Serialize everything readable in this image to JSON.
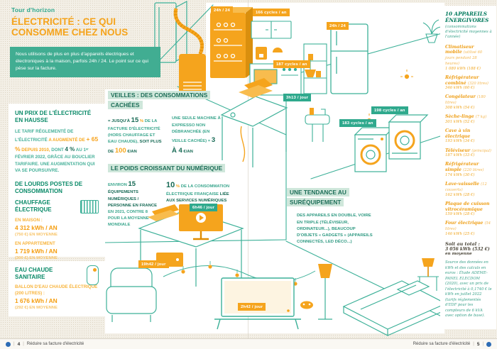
{
  "kicker": "Tour d'horizon",
  "title": "ÉLECTRICITÉ : CE QUI CONSOMME CHEZ NOUS",
  "intro": "Nous utilisons de plus en plus d'appareils électriques et électroniques à la maison, parfois 24h / 24. Le point sur ce qui pèse sur la facture.",
  "accent_colors": {
    "orange": "#f5a41d",
    "teal": "#3cb098",
    "highlight_green": "#cfe7db",
    "intro_green": "#41ad92"
  },
  "price": {
    "heading": "UN PRIX DE L'ÉLECTRICITÉ EN HAUSSE",
    "t1": "LE TARIF RÉGLEMENTÉ DE L'ÉLECTRICITÉ ",
    "t2": "A AUGMENTÉ DE ",
    "t3": "+ 65 %",
    "t4": " DEPUIS 2010,",
    "t5": " DONT ",
    "t6": "4 %",
    "t7": " AU 1ᵉʳ FÉVRIER 2022, GRÂCE AU BOUCLIER TARIFAIRE. UNE AUGMENTATION QUI VA SE POURSUIVRE."
  },
  "posts_heading": "DE LOURDS POSTES DE CONSOMMATION",
  "heating": {
    "heading": "CHAUFFAGE ÉLECTRIQUE",
    "house_label": "EN MAISON :",
    "house_value": "4 312 kWh / AN",
    "house_note": "(750 €) EN MOYENNE",
    "apartment_label": "EN APPARTEMENT",
    "apartment_value": "1 719 kWh / AN",
    "apartment_note": "(300 €) EN MOYENNE"
  },
  "hot_water": {
    "heading": "EAU CHAUDE SANITAIRE",
    "label": "BALLON D'EAU CHAUDE ÉLECTRIQUE (200 LITRES) :",
    "value": "1 676 kWh / AN",
    "note": "(292 €) EN MOYENNE"
  },
  "standby": {
    "heading": "VEILLES : DES CONSOMMATIONS CACHÉES",
    "c1a": "= JUSQU'À ",
    "c1b": "15",
    "c1c": " % ",
    "c1d": "DE LA FACTURE D'ÉLECTRICITÉ (HORS CHAUFFAGE ET EAU CHAUDE), ",
    "c1e": "SOIT PLUS DE ",
    "c1f": "100",
    "c1g": " €/AN",
    "c2a": "UNE SEULE MACHINE À EXPRESSO NON DÉBRANCHÉE (EN VEILLE CACHÉE) = ",
    "c2b": "3 À 4",
    "c2c": " €/AN"
  },
  "digital": {
    "heading": "LE POIDS CROISSANT DU NUMÉRIQUE",
    "c1a": "ENVIRON ",
    "c1b": "15",
    "c1c": " ÉQUIPEMENTS NUMÉRIQUES / PERSONNE EN FRANCE",
    "c1d": " EN 2021, CONTRE 8 POUR LA MOYENNE MONDIALE",
    "c2a": "10",
    "c2b": " % ",
    "c2c": "DE LA CONSOMMATION ÉLECTRIQUE FRANÇAISE ",
    "c2d": "LIÉE AUX SERVICES NUMÉRIQUES"
  },
  "overequipment": {
    "heading": "UNE TENDANCE AU SURÉQUIPEMENT",
    "body": "DES APPAREILS EN DOUBLE, VOIRE EN TRIPLE (TÉLÉVISEUR, ORDINATEUR...), BEAUCOUP D'OBJETS « GADGETS » (APPAREILS CONNECTÉS, LED DÉCO...)"
  },
  "badges": [
    {
      "label": "24h / 24"
    },
    {
      "label": "166 cycles / an"
    },
    {
      "label": "24h / 24"
    },
    {
      "label": "187 cycles / an"
    },
    {
      "label": "3h13 / jour"
    },
    {
      "label": "198 cycles / an"
    },
    {
      "label": "183 cycles / an"
    },
    {
      "label": "6h46 / jour"
    },
    {
      "label": "19h42 / jour"
    },
    {
      "label": "2h42 / jour"
    }
  ],
  "sidebar": {
    "title": "10 APPAREILS ÉNERGIVORES",
    "subtitle": "(consommations d'électricité moyennes à l'année)",
    "items": [
      {
        "name": "Climatiseur mobile",
        "detail": "(utilisé 60 jours pendant 28 heures)",
        "value": "1 080 kWh (188 €)"
      },
      {
        "name": "Réfrigérateur combiné",
        "detail": "(320 litres)",
        "value": "346 kWh (60 €)"
      },
      {
        "name": "Congélateur",
        "detail": "(180 litres)",
        "value": "308 kWh (54 €)"
      },
      {
        "name": "Sèche-linge",
        "detail": "(7 kg)",
        "value": "301 kWh (52 €)"
      },
      {
        "name": "Cave à vin électrique",
        "detail": "",
        "value": "193 kWh (34 €)"
      },
      {
        "name": "Téléviseur",
        "detail": "(principal)",
        "value": "187 kWh (33 €)"
      },
      {
        "name": "Réfrigérateur simple",
        "detail": "(220 litres)",
        "value": "174 kWh (30 €)"
      },
      {
        "name": "Lave-vaisselle",
        "detail": "(12 couverts)",
        "value": "162 kWh (28 €)"
      },
      {
        "name": "Plaque de cuisson vitrocéramique",
        "detail": "",
        "value": "159 kWh (28 €)"
      },
      {
        "name": "Four électrique",
        "detail": "(54 litres)",
        "value": "146 kWh (25 €)"
      }
    ],
    "total_label": "Soit au total :",
    "total_value": "3 056 kWh (532 €)",
    "total_suffix": "en moyenne",
    "source": "Source des données en kWh et des calculs en euros : Étude ADEME-PANEL ELECDOM (2020), avec un prix de l'électricité à 0,1740 € le kWh en juillet 2022 (tarifs réglementés d'EDF pour les compteurs de 6 kVA avec option de base)."
  },
  "footer": {
    "left_page": "4",
    "left_label": "Réduire sa facture d'électricité",
    "right_label": "Réduire sa facture d'électricité",
    "right_page": "5"
  }
}
